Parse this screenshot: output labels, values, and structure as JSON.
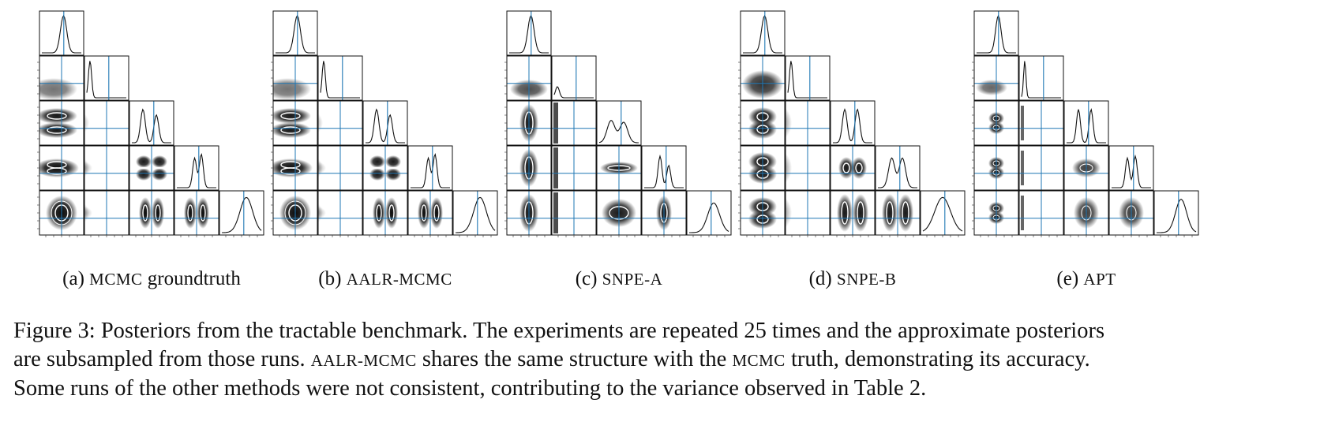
{
  "figure": {
    "panels": [
      {
        "label": "(a)",
        "method": "MCMC",
        "suffix": "groundtruth",
        "style": "mcmc"
      },
      {
        "label": "(b)",
        "method": "AALR-MCMC",
        "suffix": "",
        "style": "mcmc"
      },
      {
        "label": "(c)",
        "method": "SNPE-A",
        "suffix": "",
        "style": "snpea"
      },
      {
        "label": "(d)",
        "method": "SNPE-B",
        "suffix": "",
        "style": "snpeb"
      },
      {
        "label": "(e)",
        "method": "APT",
        "suffix": "",
        "style": "apt"
      }
    ],
    "colors": {
      "truth_line": "#1f77b4",
      "density": "#000000",
      "contour": "#ffffff"
    }
  },
  "caption": {
    "line1": "Figure 3: Posteriors from the tractable benchmark. The experiments are repeated 25 times and the approximate posteriors",
    "line2a": "are subsampled from those runs.",
    "line2b": "AALR-MCMC",
    "line2c": "shares the same structure with the",
    "line2d": "MCMC",
    "line2e": "truth, demonstrating its accuracy.",
    "line3": "Some runs of the other methods were not consistent, contributing to the variance observed in Table 2."
  }
}
